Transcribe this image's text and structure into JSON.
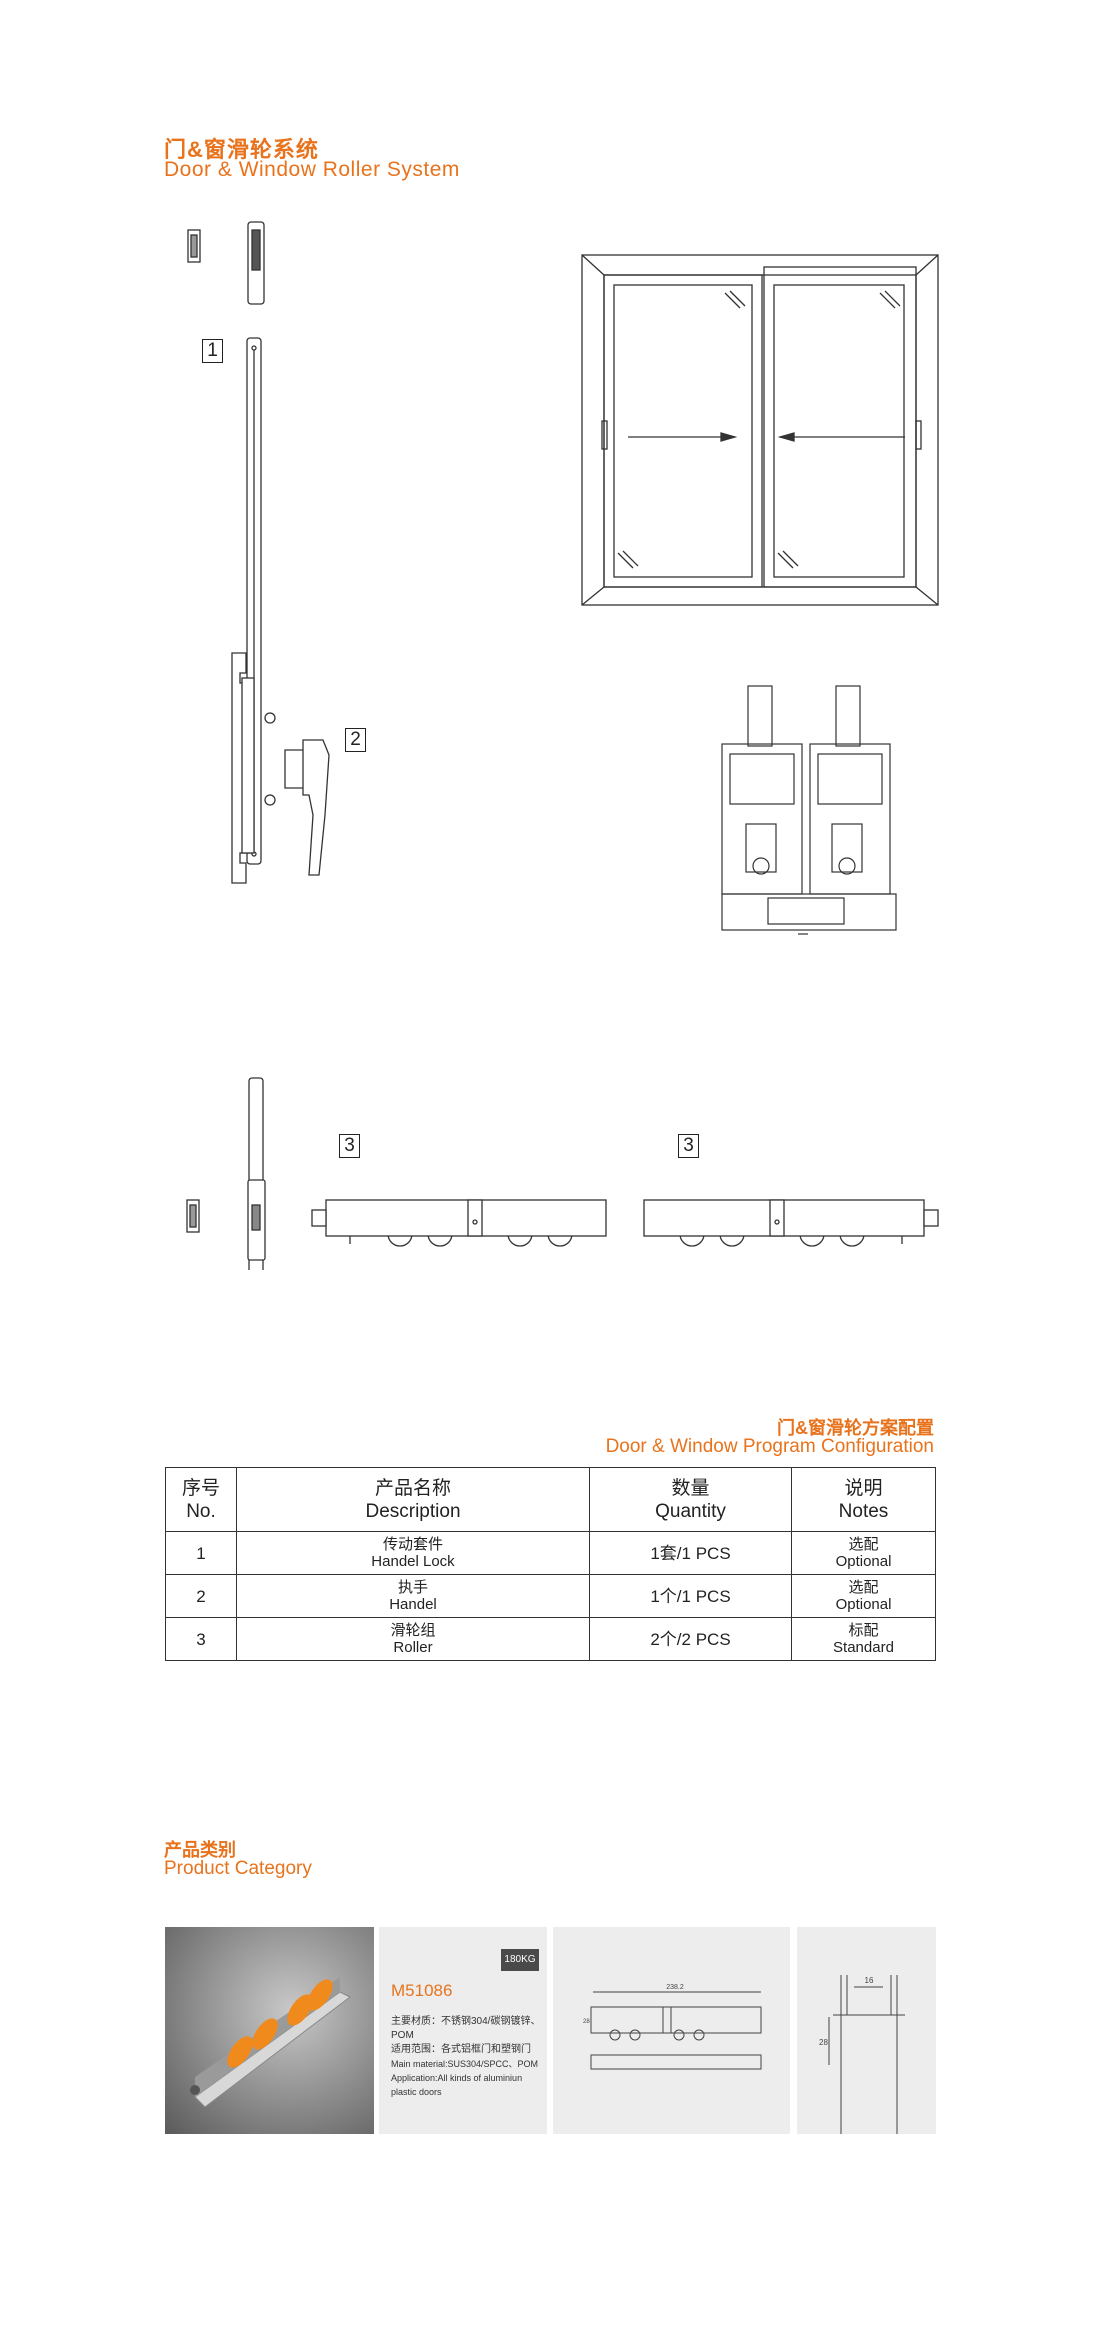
{
  "header": {
    "title_cn": "门&窗滑轮系统",
    "title_en": "Door & Window Roller System"
  },
  "labels": {
    "part1": "1",
    "part2": "2",
    "part3a": "3",
    "part3b": "3"
  },
  "config": {
    "title_cn": "门&窗滑轮方案配置",
    "title_en": "Door & Window Program Configuration",
    "columns": [
      {
        "cn": "序号",
        "en": "No."
      },
      {
        "cn": "产品名称",
        "en": "Description"
      },
      {
        "cn": "数量",
        "en": "Quantity"
      },
      {
        "cn": "说明",
        "en": "Notes"
      }
    ],
    "rows": [
      {
        "no": "1",
        "desc_cn": "传动套件",
        "desc_en": "Handel Lock",
        "qty": "1套/1 PCS",
        "note_cn": "选配",
        "note_en": "Optional"
      },
      {
        "no": "2",
        "desc_cn": "执手",
        "desc_en": "Handel",
        "qty": "1个/1 PCS",
        "note_cn": "选配",
        "note_en": "Optional"
      },
      {
        "no": "3",
        "desc_cn": "滑轮组",
        "desc_en": "Roller",
        "qty": "2个/2 PCS",
        "note_cn": "标配",
        "note_en": "Standard"
      }
    ]
  },
  "category": {
    "title_cn": "产品类别",
    "title_en": "Product Category",
    "load_badge": "180KG",
    "model": "M51086",
    "material_cn_label": "主要材质：",
    "material_cn": "不锈钢304/碳钢镀锌、POM",
    "application_cn_label": "适用范围：",
    "application_cn": "各式铝框门和塑钢门",
    "material_en": "Main material:SUS304/SPCC、POM",
    "application_en": "Application:All kinds of aluminiun plastic doors",
    "dim_length": "238.2",
    "dim_height": "28",
    "dim_width": "16",
    "dim_small": "28"
  },
  "colors": {
    "accent": "#e8731c",
    "roller_orange": "#f08a1c"
  }
}
